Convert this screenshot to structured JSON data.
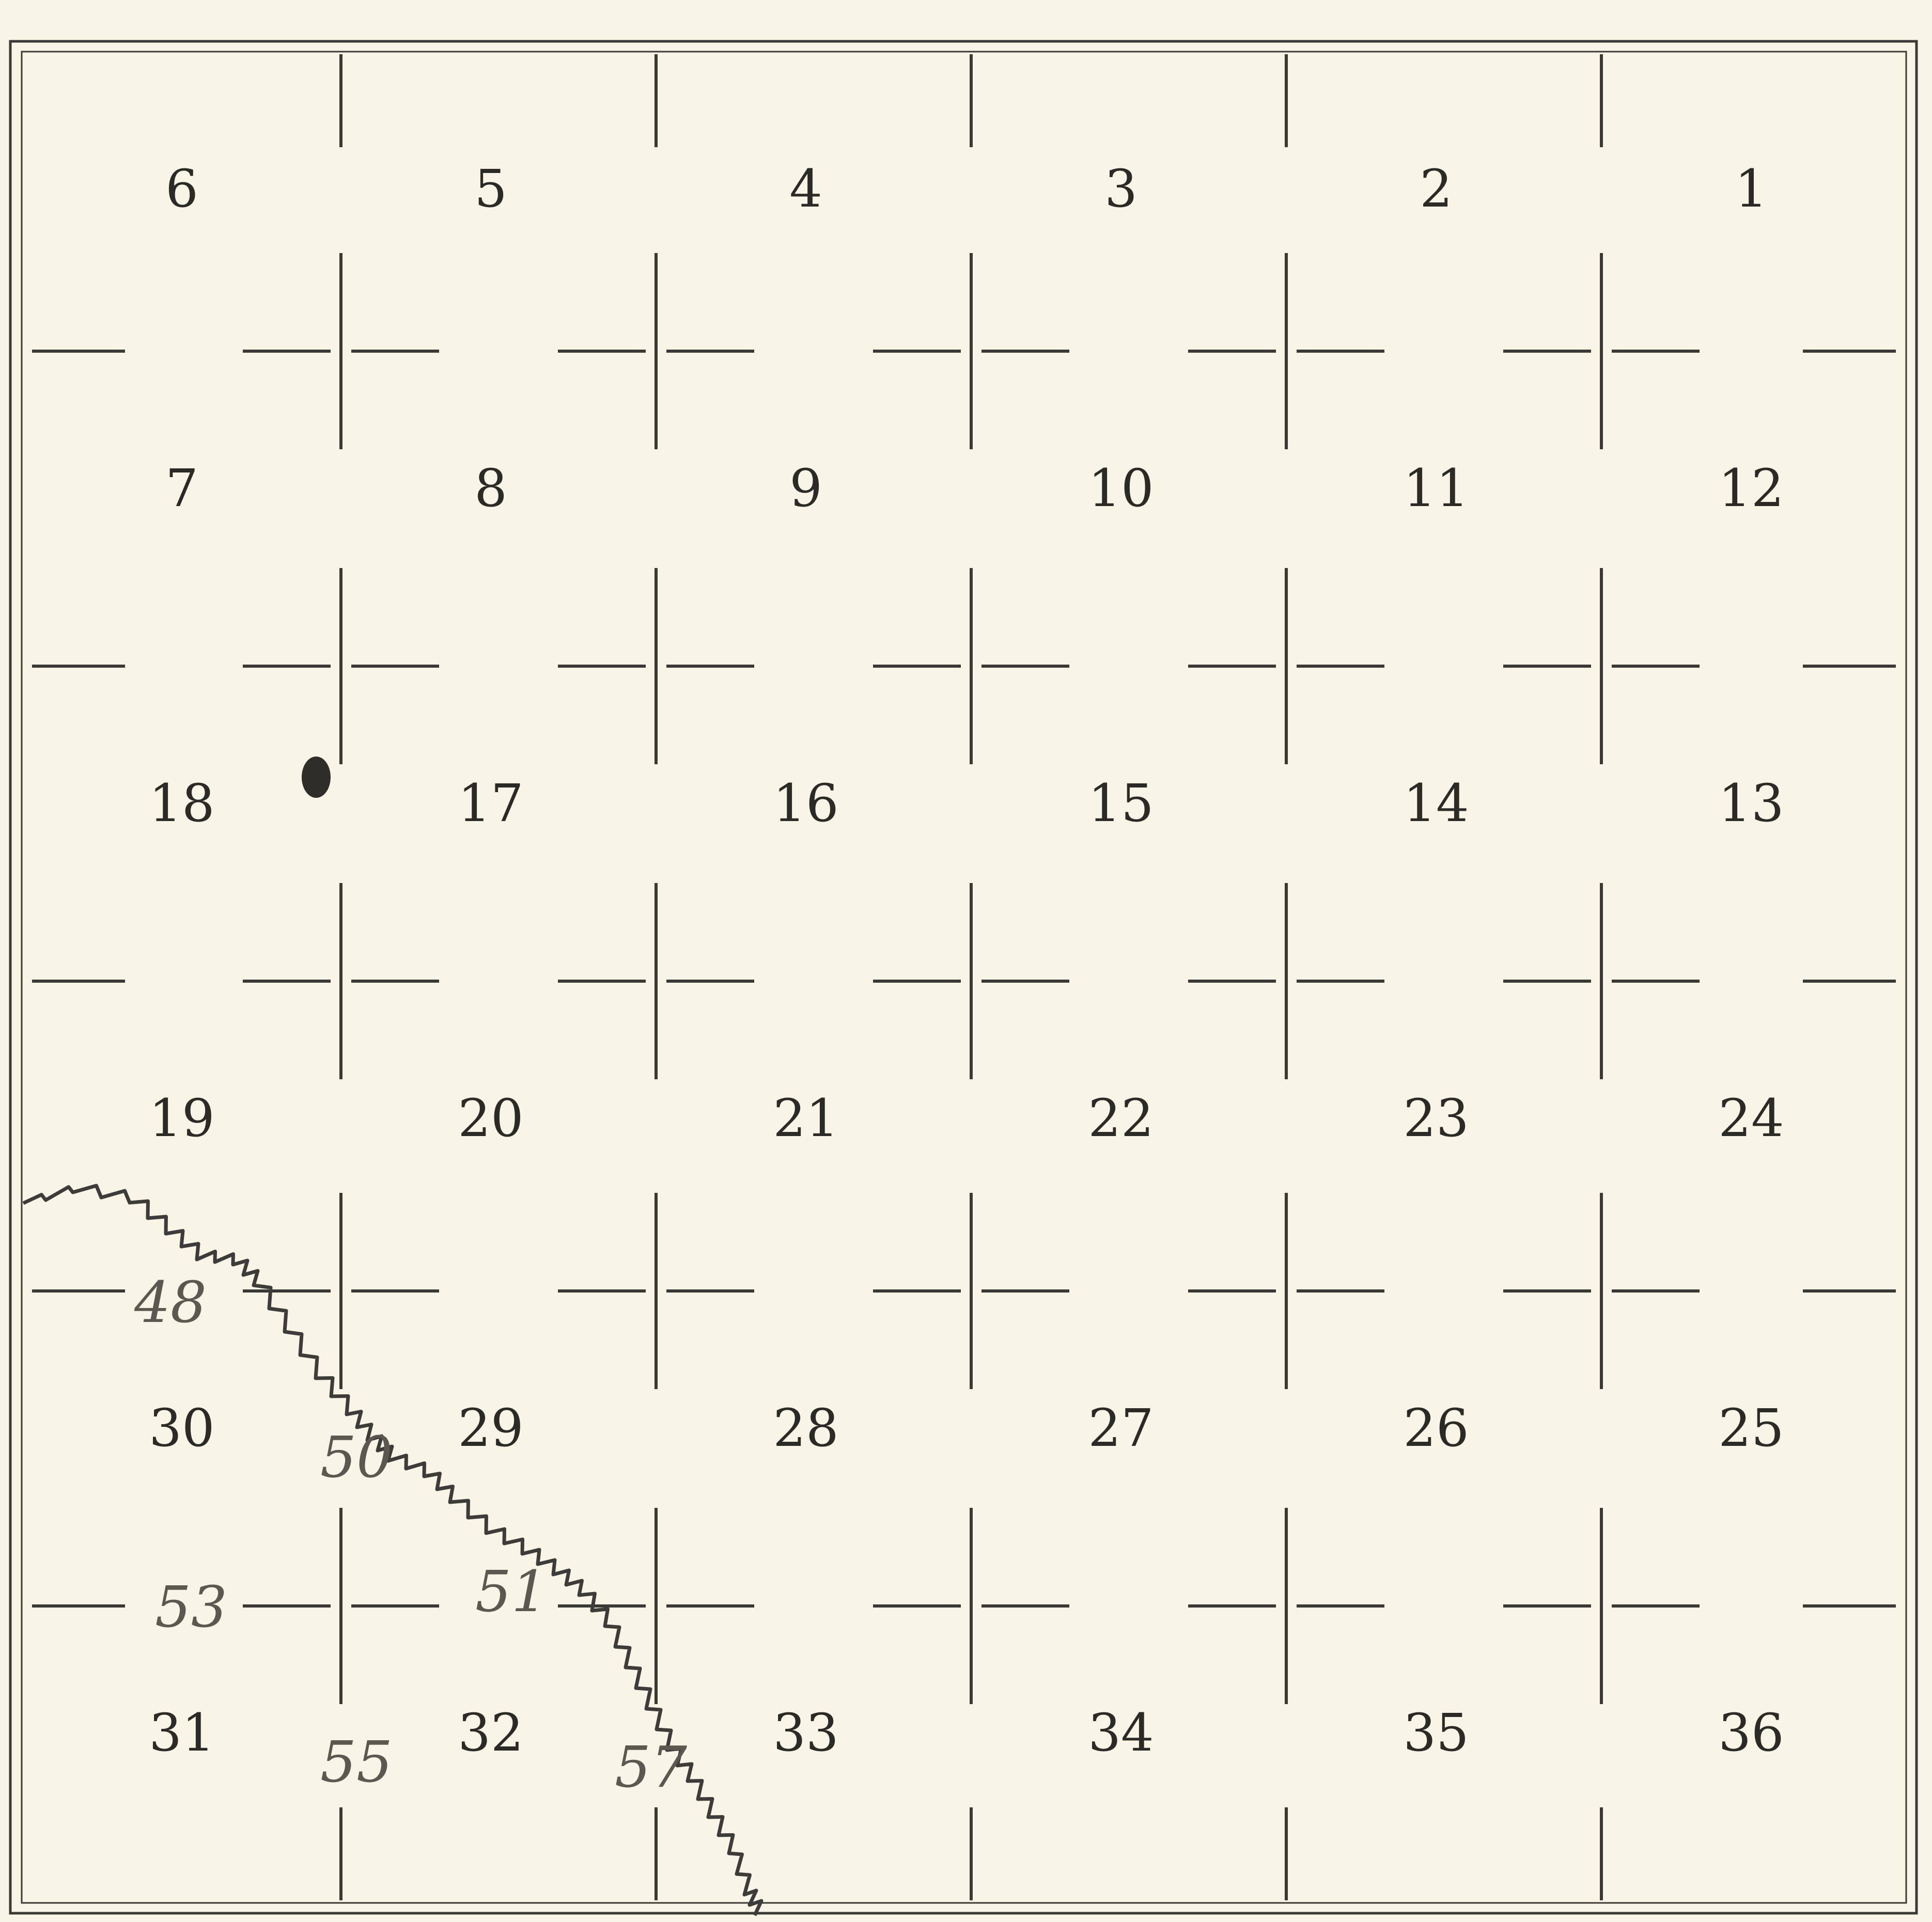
{
  "map": {
    "sections": [
      {
        "row": 0,
        "col": 0,
        "label": "6"
      },
      {
        "row": 0,
        "col": 1,
        "label": "5"
      },
      {
        "row": 0,
        "col": 2,
        "label": "4"
      },
      {
        "row": 0,
        "col": 3,
        "label": "3"
      },
      {
        "row": 0,
        "col": 4,
        "label": "2"
      },
      {
        "row": 0,
        "col": 5,
        "label": "1"
      },
      {
        "row": 1,
        "col": 0,
        "label": "7"
      },
      {
        "row": 1,
        "col": 1,
        "label": "8"
      },
      {
        "row": 1,
        "col": 2,
        "label": "9"
      },
      {
        "row": 1,
        "col": 3,
        "label": "10"
      },
      {
        "row": 1,
        "col": 4,
        "label": "11"
      },
      {
        "row": 1,
        "col": 5,
        "label": "12"
      },
      {
        "row": 2,
        "col": 0,
        "label": "18"
      },
      {
        "row": 2,
        "col": 1,
        "label": "17"
      },
      {
        "row": 2,
        "col": 2,
        "label": "16"
      },
      {
        "row": 2,
        "col": 3,
        "label": "15"
      },
      {
        "row": 2,
        "col": 4,
        "label": "14"
      },
      {
        "row": 2,
        "col": 5,
        "label": "13"
      },
      {
        "row": 3,
        "col": 0,
        "label": "19"
      },
      {
        "row": 3,
        "col": 1,
        "label": "20"
      },
      {
        "row": 3,
        "col": 2,
        "label": "21"
      },
      {
        "row": 3,
        "col": 3,
        "label": "22"
      },
      {
        "row": 3,
        "col": 4,
        "label": "23"
      },
      {
        "row": 3,
        "col": 5,
        "label": "24"
      },
      {
        "row": 4,
        "col": 0,
        "label": "30"
      },
      {
        "row": 4,
        "col": 1,
        "label": "29"
      },
      {
        "row": 4,
        "col": 2,
        "label": "28"
      },
      {
        "row": 4,
        "col": 3,
        "label": "27"
      },
      {
        "row": 4,
        "col": 4,
        "label": "26"
      },
      {
        "row": 4,
        "col": 5,
        "label": "25"
      },
      {
        "row": 5,
        "col": 0,
        "label": "31"
      },
      {
        "row": 5,
        "col": 1,
        "label": "32"
      },
      {
        "row": 5,
        "col": 2,
        "label": "33"
      },
      {
        "row": 5,
        "col": 3,
        "label": "34"
      },
      {
        "row": 5,
        "col": 4,
        "label": "35"
      },
      {
        "row": 5,
        "col": 5,
        "label": "36"
      }
    ],
    "meander_notes": [
      "48",
      "50",
      "53",
      "51",
      "55",
      "57"
    ],
    "colors": {
      "paper": "#f8f4e6",
      "ink": "#2b2a27",
      "pencil": "#5a5850",
      "river": "#3d3c3a"
    }
  }
}
